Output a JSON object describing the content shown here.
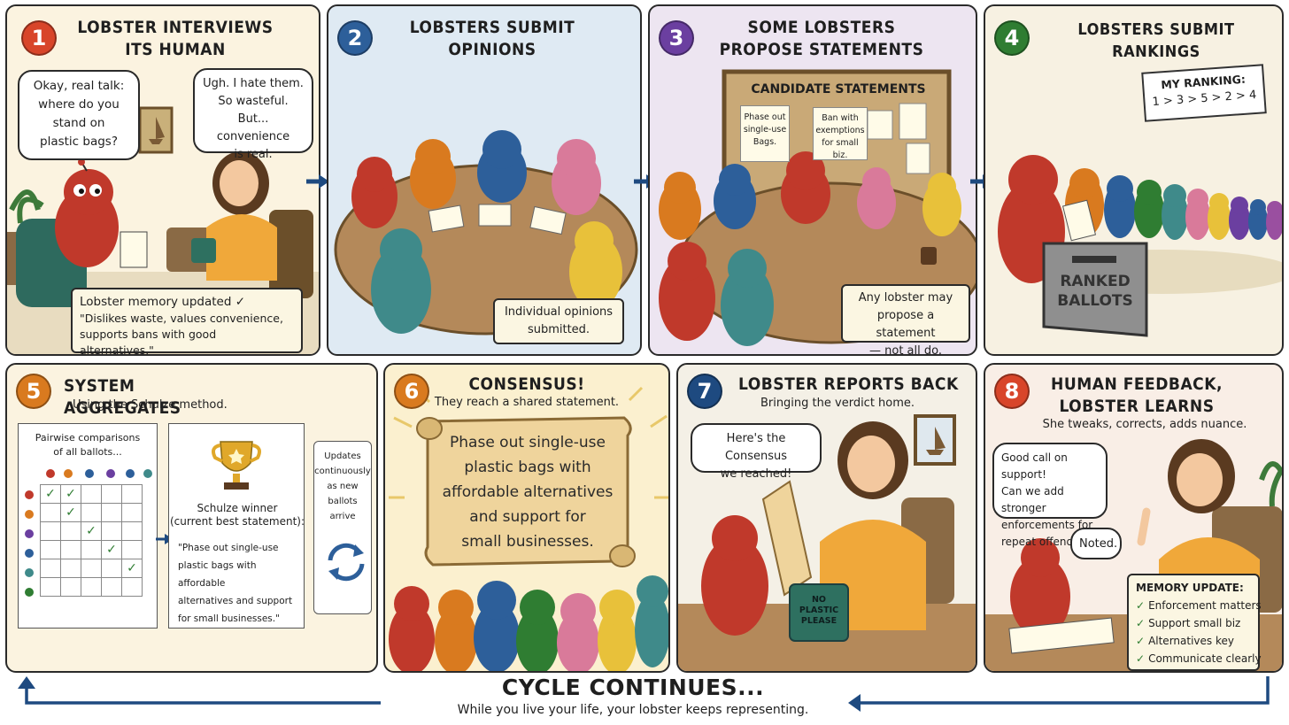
{
  "colors": {
    "lobster_red": "#c0392b",
    "blue": "#2d5f9a",
    "green": "#2f7d32",
    "purple": "#6b3fa0",
    "orange": "#d97a1f",
    "navy": "#1e4a80",
    "badge_red": "#d8452a"
  },
  "panels": [
    {
      "num": "1",
      "title": "LOBSTER INTERVIEWS\nITS HUMAN",
      "bubble_left": "Okay, real talk:\nwhere do you\nstand on\nplastic bags?",
      "bubble_right": "Ugh. I hate them.\nSo wasteful.\nBut... convenience\nis real.",
      "note_title": "Lobster memory updated ✓",
      "note_text": "\"Dislikes waste, values convenience,\nsupports bans with good alternatives.\""
    },
    {
      "num": "2",
      "title": "LOBSTERS SUBMIT\nOPINIONS",
      "note": "Individual opinions\nsubmitted."
    },
    {
      "num": "3",
      "title": "SOME LOBSTERS\nPROPOSE STATEMENTS",
      "board_title": "CANDIDATE STATEMENTS",
      "card1": "Phase out\nsingle-use\nBags.",
      "card2": "Ban with\nexemptions\nfor small biz.",
      "note": "Any lobster may\npropose a statement\n— not all do."
    },
    {
      "num": "4",
      "title": "LOBSTERS SUBMIT RANKINGS",
      "ranking_label": "MY RANKING:",
      "ranking": "1 > 3 > 5 > 2 > 4",
      "box_label": "RANKED\nBALLOTS"
    },
    {
      "num": "5",
      "title": "SYSTEM AGGREGATES",
      "subtitle": "Using the Schulze method.",
      "pairwise": "Pairwise comparisons\nof all ballots...",
      "winner_label": "Schulze winner\n(current best statement):",
      "winner_text": "\"Phase out single-use\nplastic bags with affordable\nalternatives and support\nfor small businesses.\"",
      "updates": "Updates\ncontinuously\nas new ballots\narrive"
    },
    {
      "num": "6",
      "title": "CONSENSUS!",
      "subtitle": "They reach a shared statement.",
      "scroll": "Phase out single-use\nplastic bags with\naffordable alternatives\nand support for\nsmall businesses."
    },
    {
      "num": "7",
      "title": "LOBSTER REPORTS BACK",
      "subtitle": "Bringing the verdict home.",
      "bubble": "Here's the Consensus\nwe reached!",
      "mug": "NO\nPLASTIC\nPLEASE"
    },
    {
      "num": "8",
      "title": "HUMAN FEEDBACK,\nLOBSTER LEARNS",
      "subtitle": "She tweaks, corrects, adds nuance.",
      "bubble1": "Good call on support!\nCan we add stronger\nenforcements for\nrepeat offenders?",
      "bubble2": "Noted.",
      "memory_title": "MEMORY UPDATE:",
      "memory_items": [
        "Enforcement matters",
        "Support small biz",
        "Alternatives key",
        "Communicate clearly"
      ]
    }
  ],
  "footer": {
    "title": "CYCLE CONTINUES...",
    "subtitle": "While you live your life, your lobster keeps representing."
  }
}
